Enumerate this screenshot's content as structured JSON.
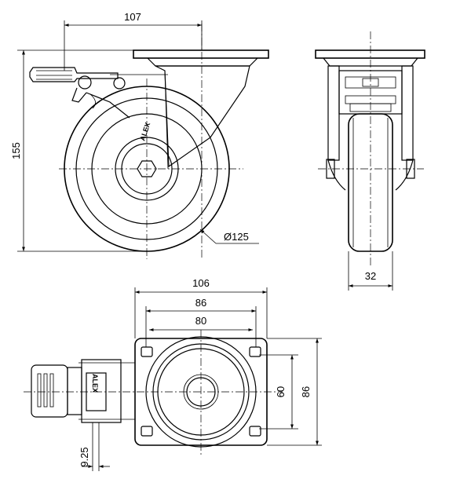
{
  "brand": "ALEX",
  "dimensions": {
    "top_plate_width": "107",
    "overall_height": "155",
    "wheel_diameter": "Ø125",
    "wheel_width": "32",
    "plate_width": "106",
    "hole_spacing_outer": "86",
    "hole_spacing_inner": "80",
    "hole_spacing_vertical_inner": "60",
    "hole_spacing_vertical_outer": "86",
    "brake_offset": "9.25"
  }
}
